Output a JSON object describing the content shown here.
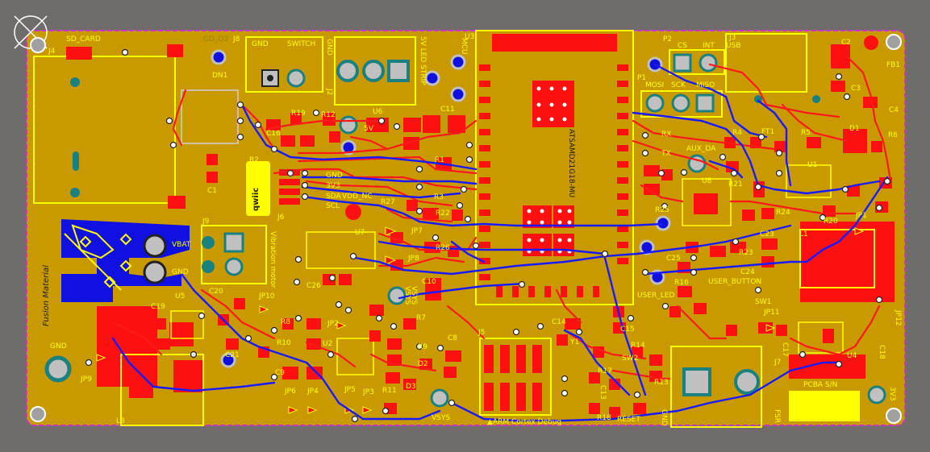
{
  "board": {
    "labels": {
      "sd_card": "SD_CARD",
      "j4": "J4",
      "j8": "J8",
      "gd": "GD_Q2",
      "gnd_h": "GND",
      "switch_h": "SWITCH",
      "gnd_v": "GND",
      "j2": "J2",
      "led_strip": "5V LED STRIP",
      "u3": "U3",
      "mcu": "MCU",
      "p2": "P2",
      "cs": "CS",
      "int": "INT",
      "j3": "J3",
      "usb": "USB",
      "c2": "C2",
      "fb1": "FB1",
      "c3": "C3",
      "c4": "C4",
      "p1": "P1",
      "mosi": "MOSI",
      "sck": "SCK",
      "miso": "MISO",
      "dn1": "DN1",
      "r19": "R19",
      "r12": "R12",
      "u6": "U6",
      "c11": "C11",
      "five_v": "5V",
      "c16": "C16",
      "rx": "RX",
      "tx": "TX",
      "r4": "R4",
      "r5": "R5",
      "d1": "D1",
      "r6": "R6",
      "aux_da": "AUX_DA",
      "ft1": "FT1",
      "r2": "R2",
      "c1": "C1",
      "r1": "R1",
      "r3": "R3",
      "gnd_j6": "GND",
      "v33": "3V3",
      "sda": "SDA",
      "vdd_nc": "VDD_NC",
      "scl": "SCL",
      "j6": "J6",
      "r27": "R27",
      "r22": "R22",
      "u8": "U8",
      "r21": "R21",
      "r24": "R24",
      "u1": "U1",
      "r20": "R20",
      "jp1": "JP1",
      "j9": "J9",
      "vbat": "VBAT",
      "gnd_bat": "GND",
      "jp7": "JP7",
      "r28": "R28",
      "jp8": "JP8",
      "u7": "U7",
      "vib": "Vibration motor",
      "c25": "C25",
      "r23": "R23",
      "c23": "C23",
      "c24": "C24",
      "l1": "L1",
      "r25": "R25",
      "user_button": "USER_BUTTON",
      "user_led": "USER_LED",
      "r16": "R16",
      "c26": "C26",
      "c10": "C10",
      "vsys_t": "VSYS",
      "u5": "U5",
      "c19": "C19",
      "c20": "C20",
      "jp10": "JP10",
      "r8": "R8",
      "r10": "R10",
      "jp2": "JP2",
      "c9": "C9",
      "u2": "U2",
      "r9": "R9",
      "r7": "R7",
      "c8": "C8",
      "d2": "D2",
      "c14": "C14",
      "y1": "Y1",
      "c15": "C15",
      "r14": "R14",
      "sw2": "SW2",
      "r13": "R13",
      "sw1": "SW1",
      "jp11": "JP11",
      "c17": "C17",
      "u4": "U4",
      "c18": "C18",
      "jp12": "JP12",
      "gnd_tp": "GND",
      "jp9": "JP9",
      "c21": "C21",
      "l8": "L8",
      "jp6": "JP6",
      "jp4": "JP4",
      "jp5": "JP5",
      "jp3": "JP3",
      "r11": "R11",
      "d3": "D3",
      "vsys_b": "VSYS",
      "j5": "J5",
      "arm": "▲ARM Cortex Debug",
      "r17": "R17",
      "c13": "C13",
      "r18": "R18",
      "reset": "RESET",
      "j7": "J7",
      "gnd_j7": "GND",
      "fsr": "FSR",
      "pcba": "PCBA S/N",
      "v3v3": "3V3",
      "vsys_v": "VSYS",
      "atmel": "ATSAMD21G18-MU"
    },
    "signature": "Fusion Material",
    "colors": {
      "copper": "#c89a00",
      "silk": "#ffff00",
      "top": "#ff1a1a",
      "bottom": "#1a1aff",
      "outline": "#cc33cc",
      "background": "#6f6c6b"
    }
  }
}
